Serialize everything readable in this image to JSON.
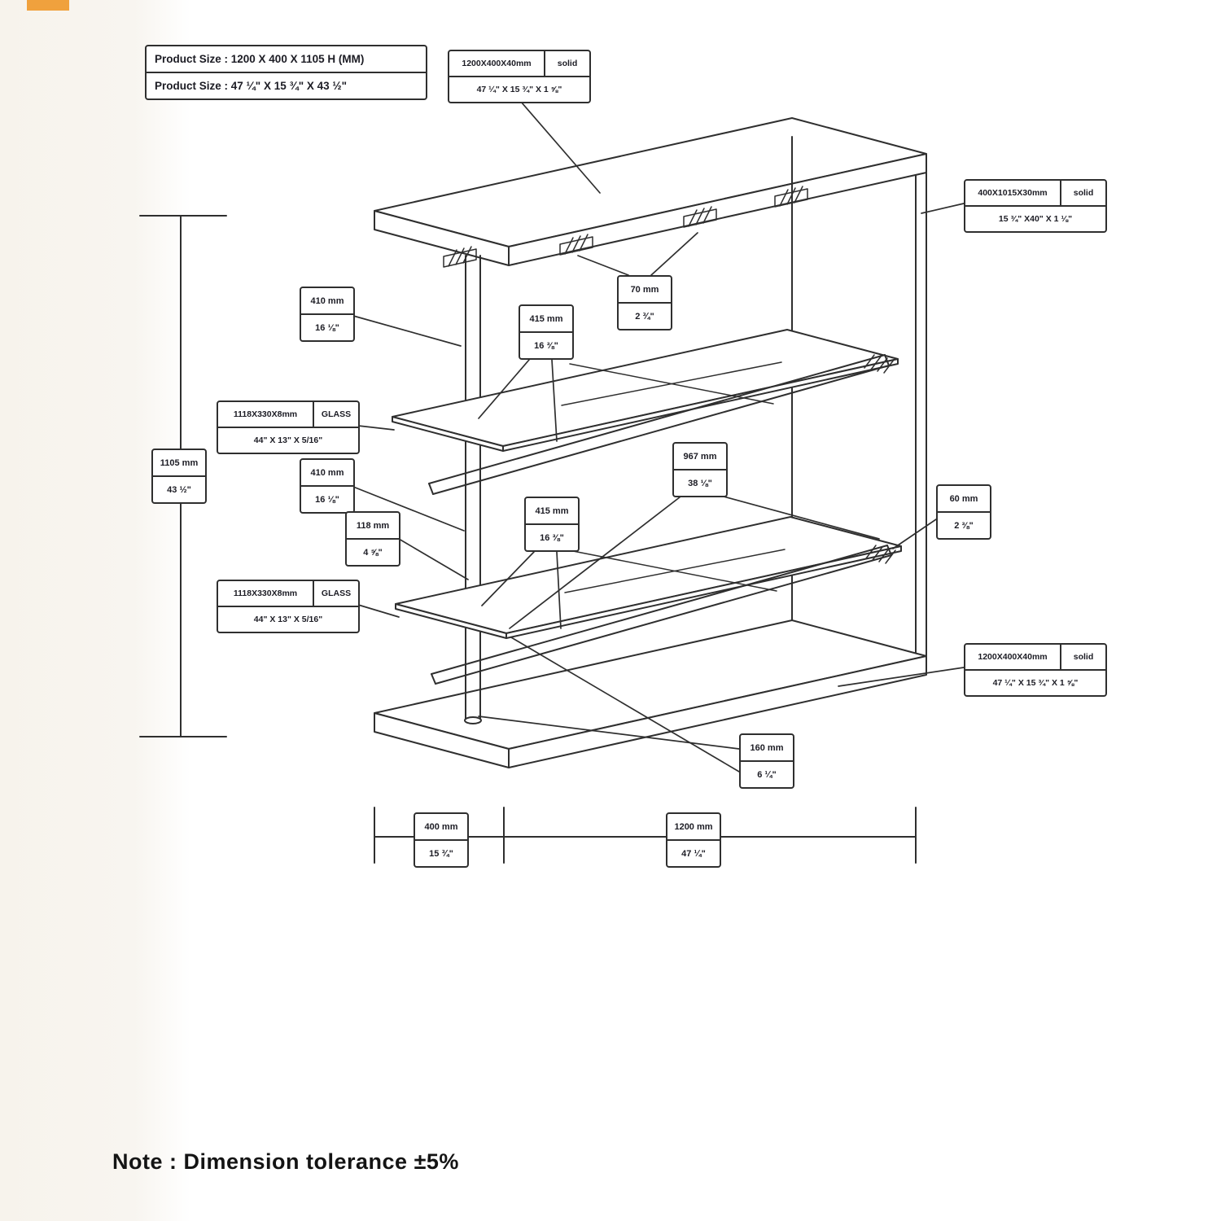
{
  "note": "Note : Dimension tolerance ±5%",
  "product_box": {
    "line1": "Product Size : 1200 X 400 X 1105 H (MM)",
    "line2": "Product Size : 47 ¼\"  X  15 ¾\" X  43 ½\""
  },
  "spec_boxes": {
    "top_panel": {
      "size": "1200X400X40mm",
      "material": "solid",
      "imperial": "47 ¼\" X 15 ¾\" X 1 ⅝\""
    },
    "right_panel": {
      "size": "400X1015X30mm",
      "material": "solid",
      "imperial": "15 ¾\" X40\" X 1 ⅛\""
    },
    "glass_upper": {
      "size": "1118X330X8mm",
      "material": "GLASS",
      "imperial": "44\" X 13\" X  5/16\""
    },
    "glass_lower": {
      "size": "1118X330X8mm",
      "material": "GLASS",
      "imperial": "44\" X 13\" X  5/16\""
    },
    "base_panel": {
      "size": "1200X400X40mm",
      "material": "solid",
      "imperial": "47 ¼\" X 15 ¾\" X 1 ⅝\""
    }
  },
  "dim_boxes": {
    "d410a": {
      "mm": "410 mm",
      "in": "16 ⅛\""
    },
    "d415a": {
      "mm": "415 mm",
      "in": "16 ⅜\""
    },
    "d70": {
      "mm": "70 mm",
      "in": "2 ¾\""
    },
    "d1105": {
      "mm": "1105 mm",
      "in": "43 ½\""
    },
    "d410b": {
      "mm": "410 mm",
      "in": "16 ⅛\""
    },
    "d118": {
      "mm": "118 mm",
      "in": "4 ⅝\""
    },
    "d415b": {
      "mm": "415 mm",
      "in": "16 ⅜\""
    },
    "d967": {
      "mm": "967 mm",
      "in": "38 ⅛\""
    },
    "d60": {
      "mm": "60 mm",
      "in": "2 ⅜\""
    },
    "d160": {
      "mm": "160 mm",
      "in": "6 ¼\""
    },
    "d400": {
      "mm": "400 mm",
      "in": "15 ¾\""
    },
    "d1200": {
      "mm": "1200 mm",
      "in": "47 ¼\""
    }
  },
  "colors": {
    "line": "#2f2f2f",
    "accent_orange": "#f0a13d",
    "left_band": "#f7f3ec",
    "paper": "#ffffff"
  }
}
